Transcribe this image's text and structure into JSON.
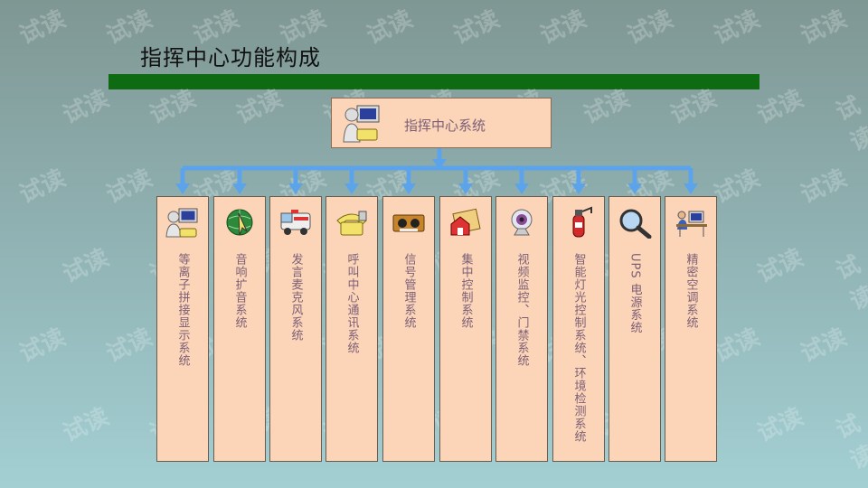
{
  "title": "指挥中心功能构成",
  "root": {
    "label": "指挥中心系统",
    "icon": "operator-computer-icon"
  },
  "subsystems": [
    {
      "label": "等离子拼接显示系统",
      "icon": "operator-computer-icon"
    },
    {
      "label": "音响扩音系统",
      "icon": "globe-cursor-icon"
    },
    {
      "label": "发言麦克风系统",
      "icon": "vehicle-icon"
    },
    {
      "label": "呼叫中心通讯系统",
      "icon": "telephone-icon"
    },
    {
      "label": "信号管理系统",
      "icon": "tape-deck-icon"
    },
    {
      "label": "集中控制系统",
      "icon": "folder-house-icon"
    },
    {
      "label": "视频监控、门禁系统",
      "icon": "webcam-icon"
    },
    {
      "label": "智能灯光控制系统、环境检测系统",
      "icon": "fire-extinguisher-icon"
    },
    {
      "label": "UPS 电源系统",
      "icon": "magnifier-icon"
    },
    {
      "label": "精密空调系统",
      "icon": "desk-operator-icon"
    }
  ],
  "watermark": "试读",
  "colors": {
    "connector": "#5ba4ec",
    "box_fill": "#fcd4b8",
    "bar": "#0f6b12"
  }
}
